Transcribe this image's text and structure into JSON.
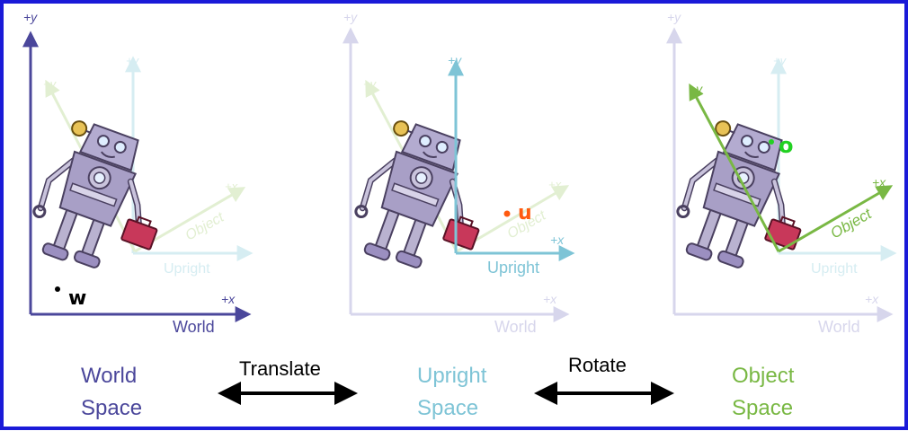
{
  "colors": {
    "frame": "#1a1ad8",
    "world": "#4b479b",
    "upright": "#7ec4d6",
    "object": "#79b844",
    "faded_world": "#d7d6ec",
    "faded_upright": "#d6edf2",
    "faded_object": "#e2efd2",
    "marker_w": "#000000",
    "marker_u": "#ff5a0f",
    "marker_o": "#22d122",
    "arrow": "#000000"
  },
  "panels": [
    {
      "id": "world",
      "axis_plus_y": "+y",
      "axis_plus_x": "+x",
      "axis_name": "World",
      "faded_plus_y": "+y",
      "faded_plus_x": "+x",
      "faded_upright_name": "Upright",
      "faded_object_name": "Object",
      "marker": "w",
      "caption_line1": "World",
      "caption_line2": "Space"
    },
    {
      "id": "upright",
      "axis_plus_y": "+y",
      "axis_plus_x": "+x",
      "axis_name": "Upright",
      "faded_plus_y": "+y",
      "faded_plus_x": "+x",
      "faded_world_name": "World",
      "faded_object_name": "Object",
      "marker": "u",
      "caption_line1": "Upright",
      "caption_line2": "Space"
    },
    {
      "id": "object",
      "axis_plus_y": "+y",
      "axis_plus_x": "+x",
      "axis_name": "Object",
      "faded_plus_y": "+y",
      "faded_plus_x": "+x",
      "faded_world_name": "World",
      "faded_upright_name": "Upright",
      "marker": "o",
      "caption_line1": "Object",
      "caption_line2": "Space"
    }
  ],
  "transitions": [
    {
      "label": "Translate"
    },
    {
      "label": "Rotate"
    }
  ],
  "icons": {
    "robot": "robot-illustration",
    "double_arrow": "double-arrow-icon"
  }
}
